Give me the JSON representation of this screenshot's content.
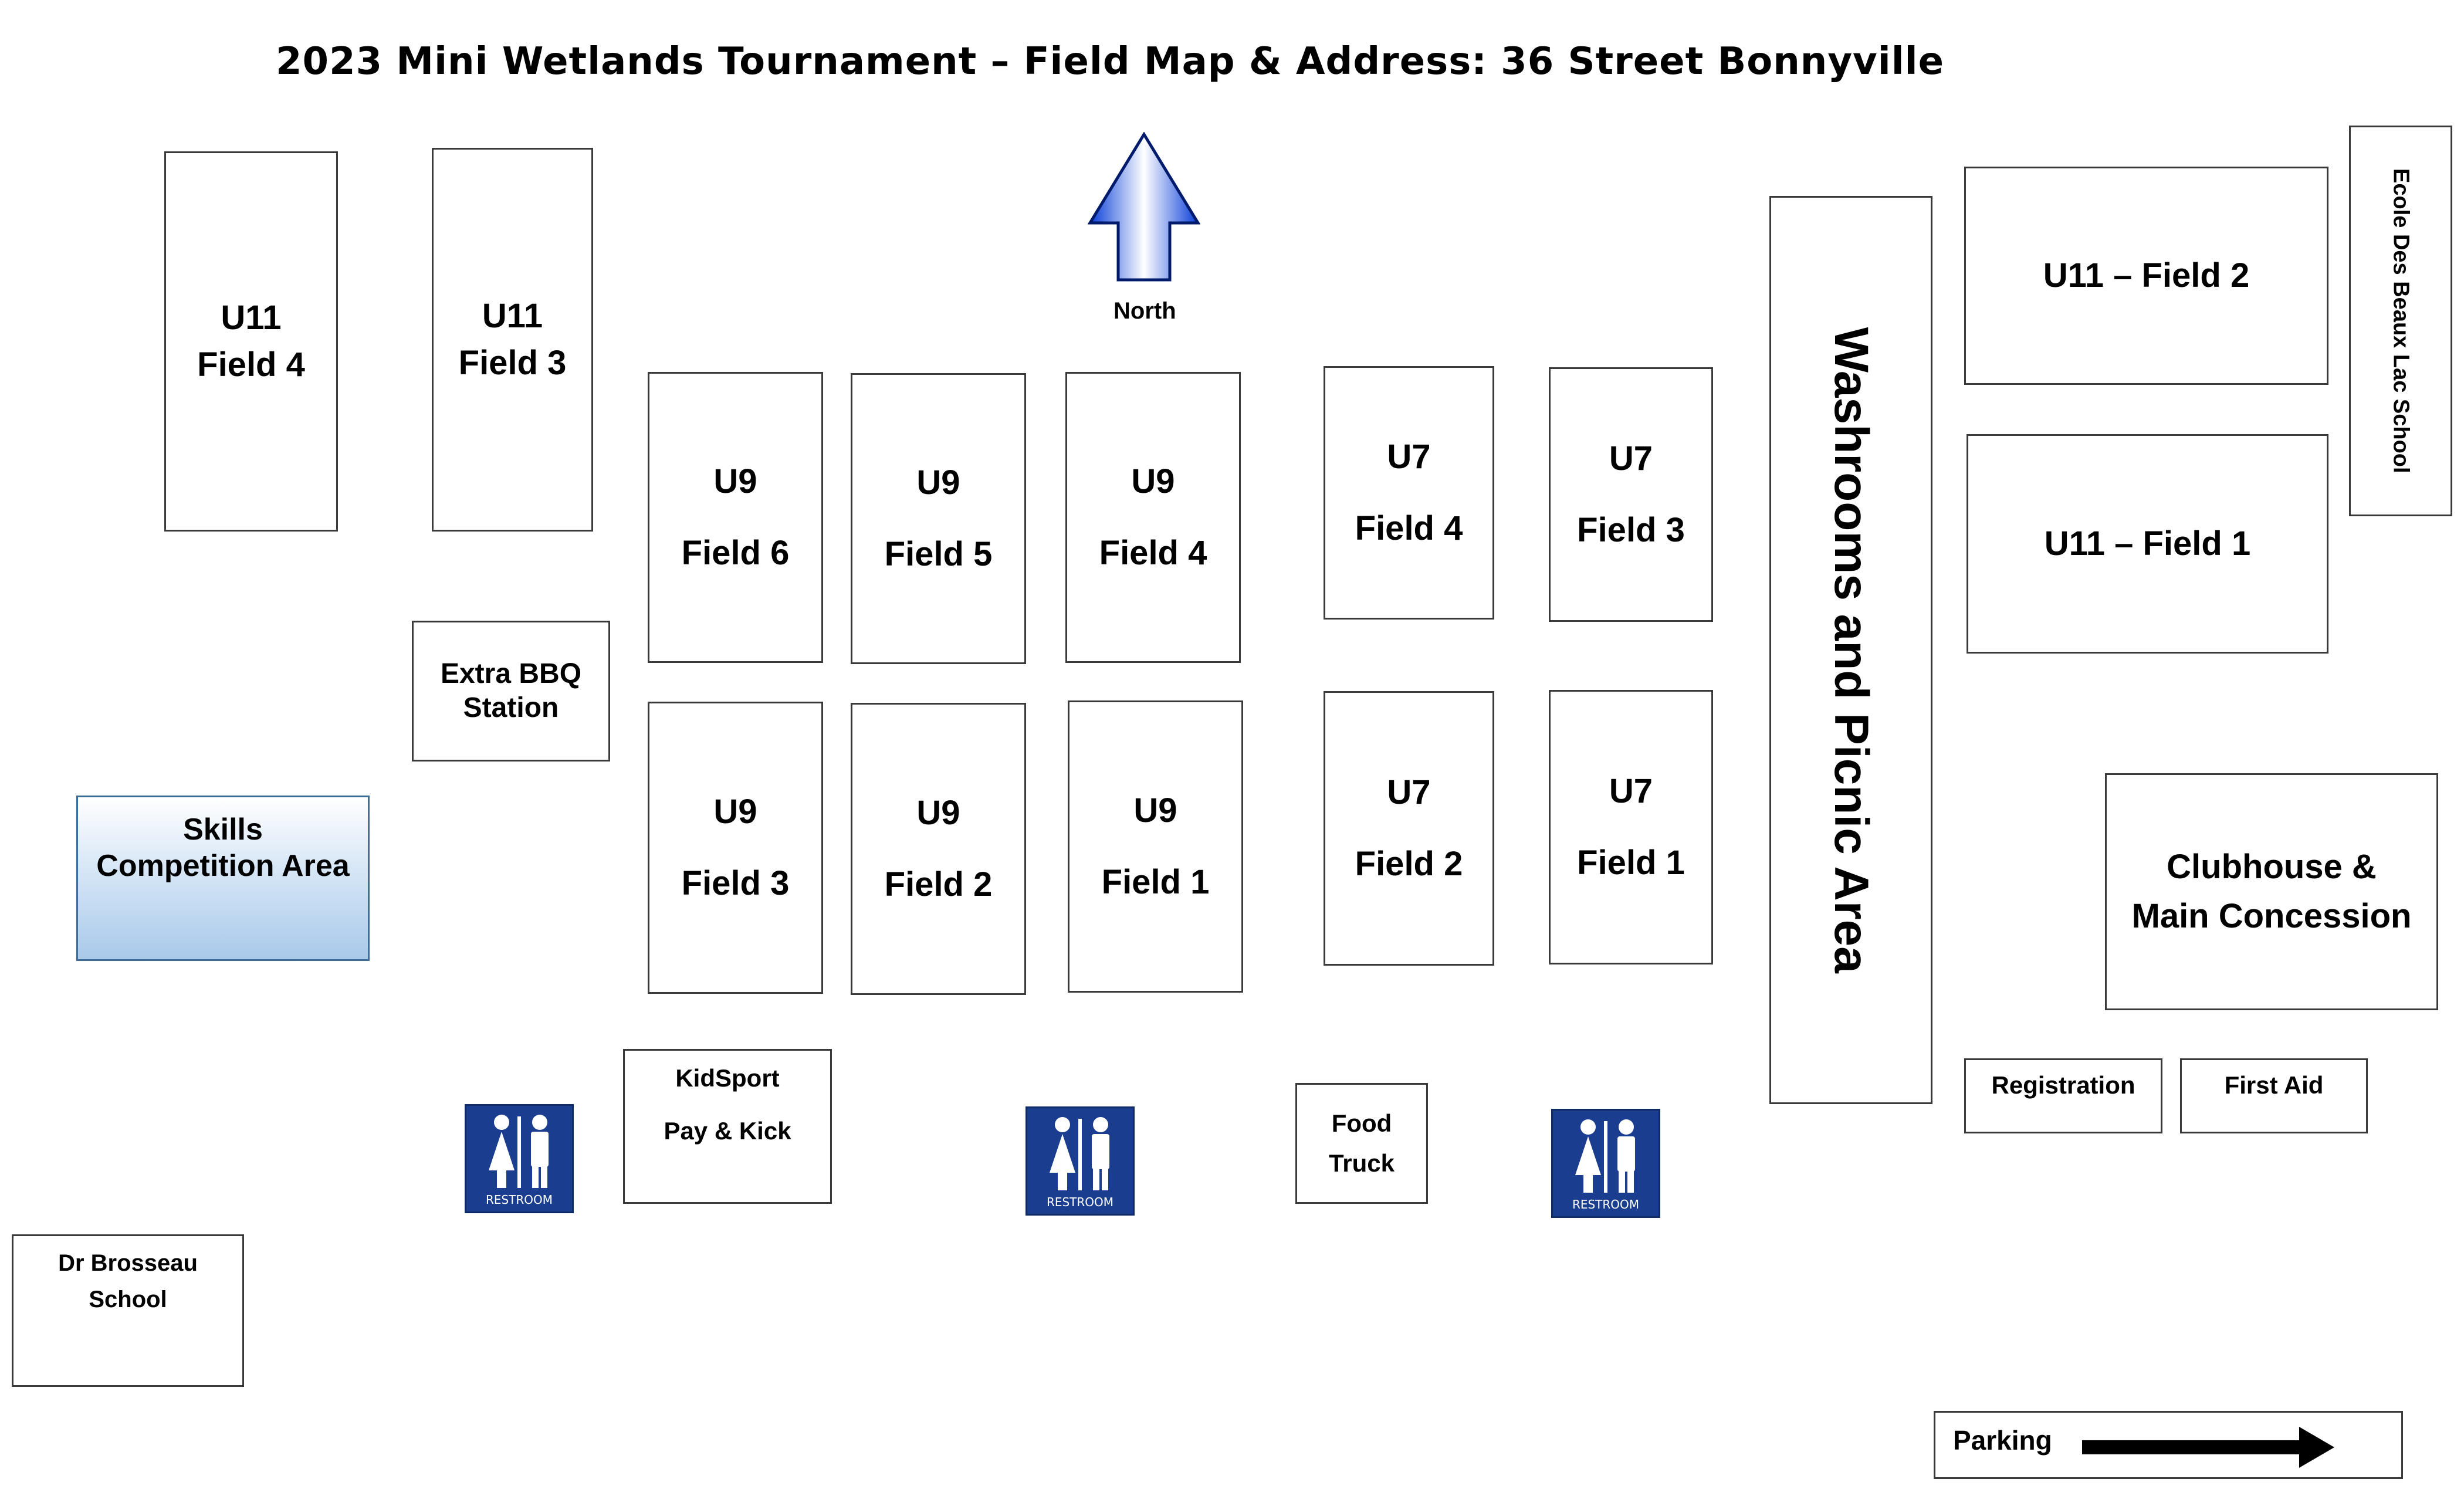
{
  "title": "2023 Mini Wetlands Tournament – Field Map & Address: 36 Street Bonnyville",
  "compass": {
    "label": "North",
    "icon": "north-arrow-icon"
  },
  "fields": [
    {
      "id": "u11-field-4",
      "l1": "U11",
      "l2": "Field 4"
    },
    {
      "id": "u11-field-3",
      "l1": "U11",
      "l2": "Field 3"
    },
    {
      "id": "u9-field-6",
      "l1": "U9",
      "l2": "Field 6"
    },
    {
      "id": "u9-field-5",
      "l1": "U9",
      "l2": "Field 5"
    },
    {
      "id": "u9-field-4",
      "l1": "U9",
      "l2": "Field 4"
    },
    {
      "id": "u7-field-4",
      "l1": "U7",
      "l2": "Field 4"
    },
    {
      "id": "u7-field-3",
      "l1": "U7",
      "l2": "Field 3"
    },
    {
      "id": "u9-field-3",
      "l1": "U9",
      "l2": "Field 3"
    },
    {
      "id": "u9-field-2",
      "l1": "U9",
      "l2": "Field 2"
    },
    {
      "id": "u9-field-1",
      "l1": "U9",
      "l2": "Field 1"
    },
    {
      "id": "u7-field-2",
      "l1": "U7",
      "l2": "Field 2"
    },
    {
      "id": "u7-field-1",
      "l1": "U7",
      "l2": "Field 1"
    },
    {
      "id": "u11-field-2",
      "l1": "U11 – Field 2"
    },
    {
      "id": "u11-field-1",
      "l1": "U11 – Field 1"
    }
  ],
  "areas": {
    "extra_bbq": {
      "l1": "Extra BBQ",
      "l2": "Station"
    },
    "skills": {
      "l1": "Skills",
      "l2": "Competition Area"
    },
    "kidsport": {
      "l1": "KidSport",
      "l2": "Pay & Kick"
    },
    "food_truck": {
      "l1": "Food",
      "l2": "Truck"
    },
    "washrooms": "Washrooms and Picnic Area",
    "ecole": "Ecole Des Beaux Lac School",
    "clubhouse": {
      "l1": "Clubhouse &",
      "l2": "Main Concession"
    },
    "registration": "Registration",
    "first_aid": "First Aid",
    "dr_brosseau": {
      "l1": "Dr Brosseau",
      "l2": "School"
    }
  },
  "restrooms": [
    {
      "label": "RESTROOM",
      "icon": "restroom-icon"
    },
    {
      "label": "RESTROOM",
      "icon": "restroom-icon"
    },
    {
      "label": "RESTROOM",
      "icon": "restroom-icon"
    }
  ],
  "parking": {
    "label": "Parking",
    "icon": "arrow-right-icon"
  }
}
